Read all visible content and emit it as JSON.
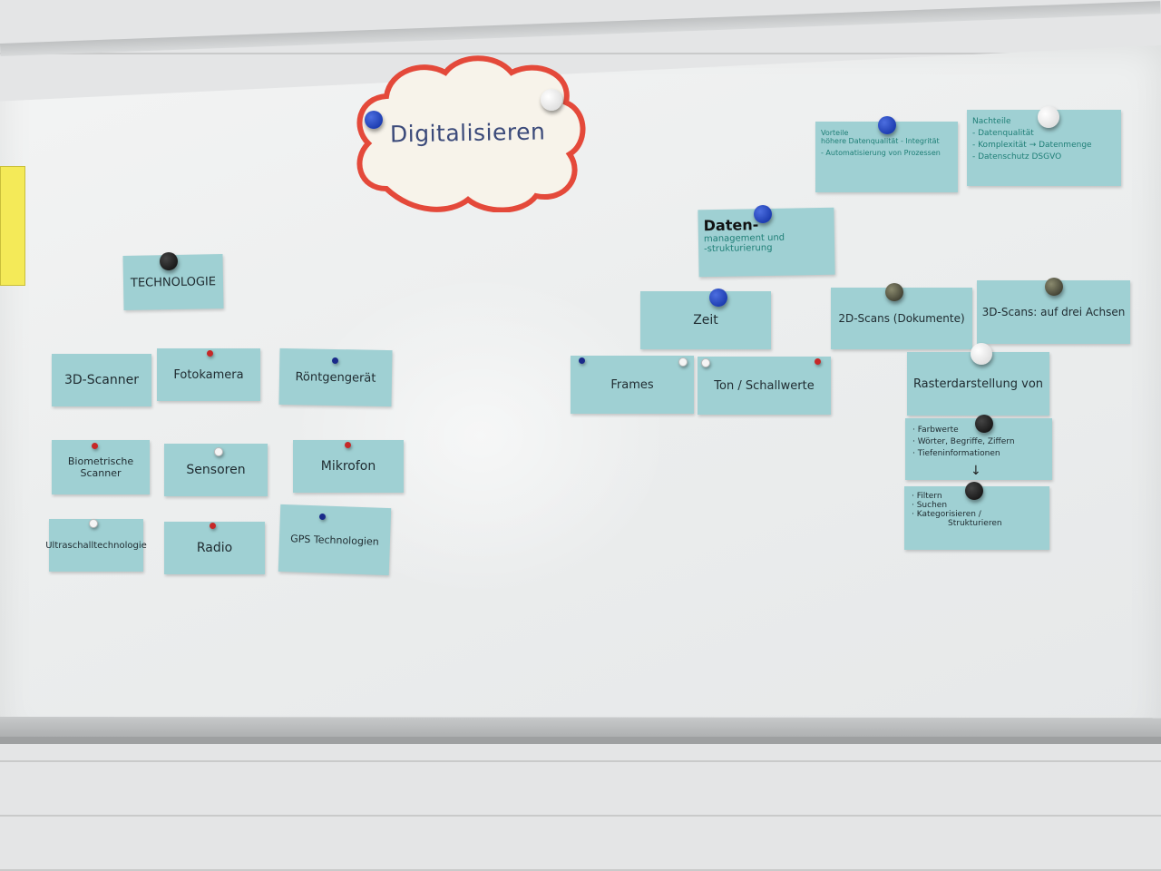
{
  "title": "Digitalisieren",
  "technologie": {
    "header": "TECHNOLOGIE",
    "items": [
      "3D-Scanner",
      "Fotokamera",
      "Röntgengerät",
      "Biometrische Scanner",
      "Sensoren",
      "Mikrofon",
      "Ultraschalltechnologie",
      "Radio",
      "GPS Technologien"
    ]
  },
  "vorteile": {
    "title": "Vorteile",
    "lines": [
      "höhere Datenqualität - Integrität",
      "- Automatisierung von Prozessen"
    ]
  },
  "nachteile": {
    "title": "Nachteile",
    "lines": [
      "- Datenqualität",
      "- Komplexität → Datenmenge",
      "- Datenschutz DSGVO"
    ]
  },
  "datenmanagement": {
    "heading": "Daten-",
    "line1": "management und",
    "line2": "-strukturierung"
  },
  "zeit": "Zeit",
  "frames": "Frames",
  "ton": "Ton / Schallwerte",
  "scans2d": "2D-Scans (Dokumente)",
  "scans3d": "3D-Scans: auf drei Achsen",
  "raster": "Rasterdarstellung von",
  "raster_list": [
    "· Farbwerte",
    "· Wörter, Begriffe, Ziffern",
    "· Tiefeninformationen"
  ],
  "arrow": "↓",
  "ops_list": [
    "· Filtern",
    "· Suchen",
    "· Kategorisieren /",
    "Strukturieren"
  ],
  "colors": {
    "card": "#9fd0d3",
    "cloud_border": "#e4493a",
    "board": "#eceeee"
  }
}
